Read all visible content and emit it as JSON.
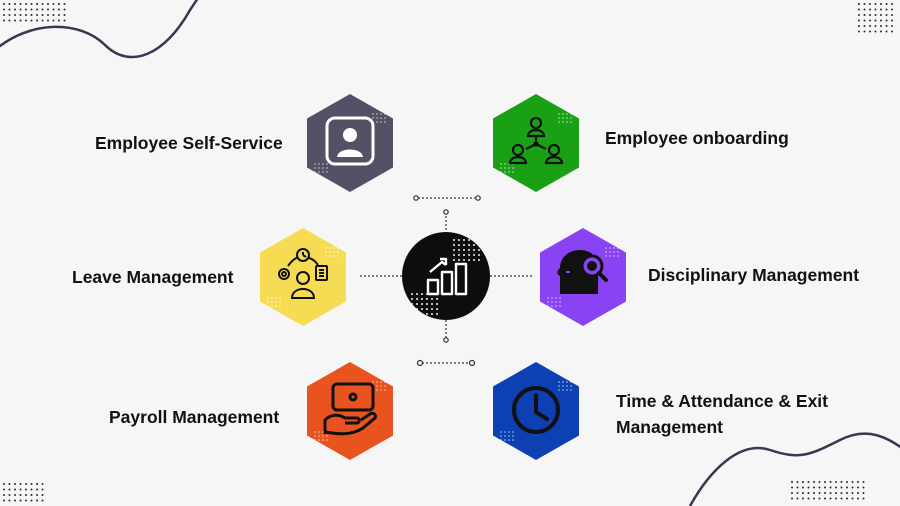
{
  "center": {
    "icon": "growth-chart-icon"
  },
  "modules": [
    {
      "id": "self-service",
      "label": "Employee Self-Service",
      "color": "#555066",
      "icon": "user-profile-icon"
    },
    {
      "id": "onboarding",
      "label": "Employee onboarding",
      "color": "#1aa015",
      "icon": "team-network-icon"
    },
    {
      "id": "leave",
      "label": "Leave Management",
      "color": "#f5dc52",
      "icon": "person-task-icon"
    },
    {
      "id": "disciplinary",
      "label": "Disciplinary Management",
      "color": "#8a43f2",
      "icon": "head-search-icon"
    },
    {
      "id": "payroll",
      "label": "Payroll Management",
      "color": "#e8531f",
      "icon": "hand-cash-icon"
    },
    {
      "id": "time",
      "label": "Time & Attendance & Exit Management",
      "color": "#0c40b3",
      "icon": "clock-icon"
    }
  ]
}
